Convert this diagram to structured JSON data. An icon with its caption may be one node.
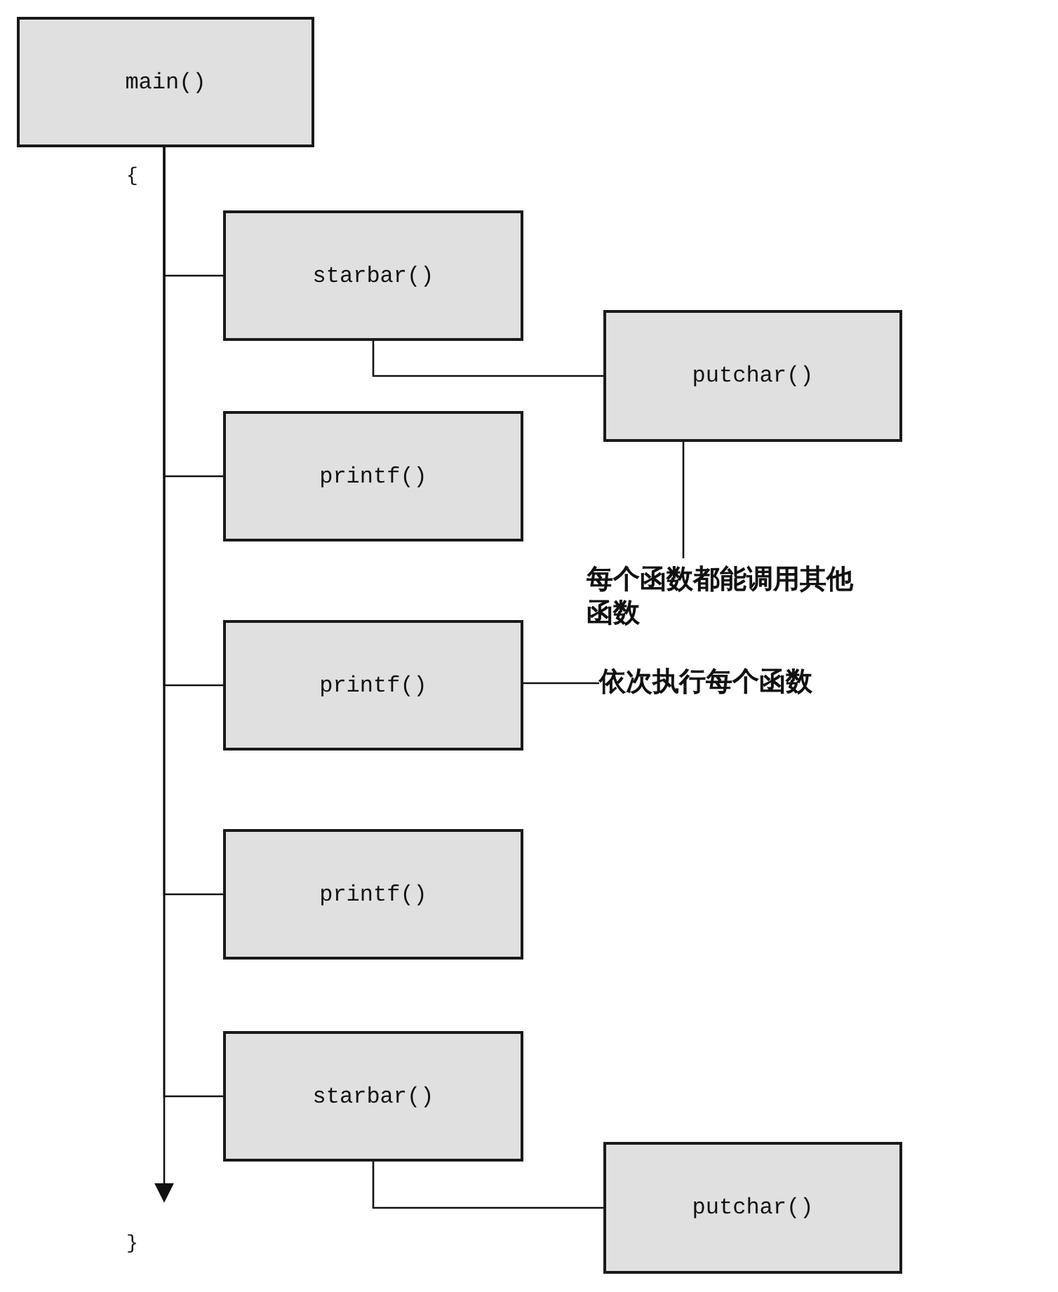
{
  "diagram": {
    "nodes": [
      {
        "text": [
          "main()"
        ]
      },
      {
        "text": [
          "starbar()"
        ]
      },
      {
        "text": [
          "putchar()"
        ]
      },
      {
        "text": [
          "printf()"
        ]
      },
      {
        "text": [
          "printf()"
        ]
      },
      {
        "text": [
          "printf()"
        ]
      },
      {
        "text": [
          "starbar()"
        ]
      },
      {
        "text": [
          "putchar()"
        ]
      },
      {
        "text": [
          "每个函数都能调用其他函数"
        ]
      },
      {
        "text": [
          "依次执行每个函数"
        ]
      }
    ],
    "edges": [
      {
        "from": 0,
        "to": null,
        "arrow": "to"
      },
      {
        "from": 0,
        "to": 1,
        "arrow": "none"
      },
      {
        "from": 0,
        "to": 3,
        "arrow": "none"
      },
      {
        "from": 0,
        "to": 4,
        "arrow": "none"
      },
      {
        "from": 0,
        "to": 5,
        "arrow": "none"
      },
      {
        "from": 0,
        "to": 6,
        "arrow": "none"
      },
      {
        "from": 1,
        "to": 2,
        "arrow": "none"
      },
      {
        "from": 6,
        "to": 7,
        "arrow": "none"
      },
      {
        "from": 8,
        "to": 2,
        "arrow": "none"
      },
      {
        "from": 9,
        "to": 4,
        "arrow": "none"
      }
    ],
    "labels": [
      "{",
      "}"
    ]
  }
}
